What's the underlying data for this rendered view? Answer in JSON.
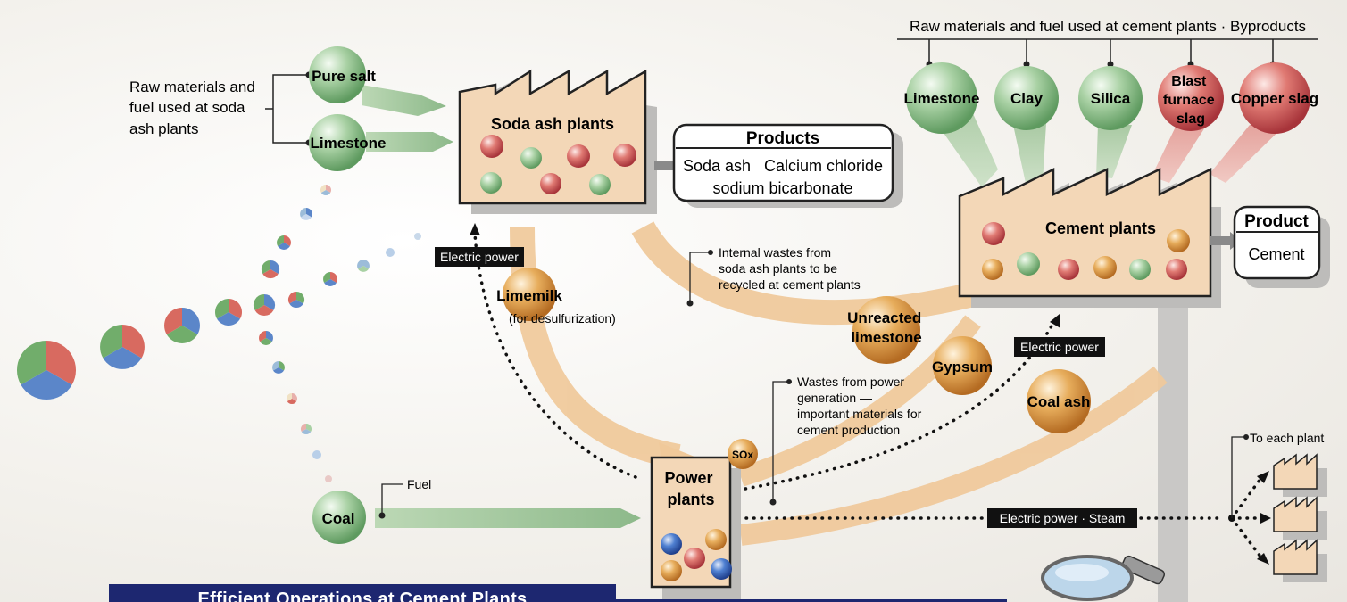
{
  "header": {
    "cement_inputs_caption": "Raw materials and fuel used at cement plants · Byproducts"
  },
  "soda_inputs": {
    "caption_lines": [
      "Raw materials and",
      "fuel used at soda",
      "ash plants"
    ],
    "pure_salt": "Pure salt",
    "limestone": "Limestone"
  },
  "cement_inputs": {
    "limestone": "Limestone",
    "clay": "Clay",
    "silica": "Silica",
    "blast_furnace_slag_lines": [
      "Blast",
      "furnace",
      "slag"
    ],
    "copper_slag": "Copper slag"
  },
  "soda_plant": {
    "title": "Soda ash plants"
  },
  "products_box": {
    "title": "Products",
    "line1": "Soda ash   Calcium chloride",
    "line2": "sodium bicarbonate"
  },
  "cement_plant": {
    "title": "Cement plants"
  },
  "product_box": {
    "title": "Product",
    "value": "Cement"
  },
  "power_plant": {
    "title_lines": [
      "Power",
      "plants"
    ],
    "sox": "SOx"
  },
  "flows": {
    "electric_power_left": "Electric power",
    "electric_power_right": "Electric power",
    "electric_power_steam": "Electric power · Steam",
    "limemilk": "Limemilk",
    "limemilk_note": "(for desulfurization)",
    "internal_wastes_lines": [
      "Internal wastes from",
      "soda ash plants to be",
      "recycled at cement plants"
    ],
    "unreacted_limestone_lines": [
      "Unreacted",
      "limestone"
    ],
    "gypsum": "Gypsum",
    "coal_ash": "Coal ash",
    "power_wastes_lines": [
      "Wastes from power",
      "generation —",
      "important materials for",
      "cement production"
    ],
    "fuel": "Fuel",
    "coal": "Coal",
    "to_each_plant": "To each plant"
  },
  "banner": {
    "title": "Efficient Operations at Cement Plants"
  },
  "colors": {
    "green_ball": "#9cc79a",
    "red_ball": "#d9625f",
    "orange_ball": "#e0a04a",
    "blue_ball": "#3f6fc4",
    "factory_fill": "#f3d7b7",
    "flow_beige": "#f0c99a",
    "navy": "#1d2770"
  }
}
